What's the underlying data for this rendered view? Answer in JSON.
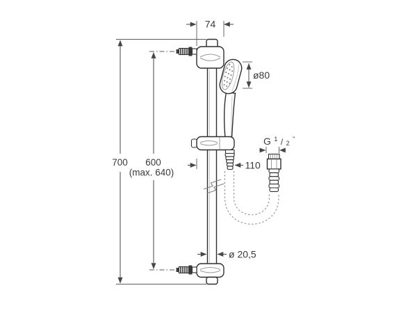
{
  "drawing": {
    "type": "technical-dimension-drawing",
    "product": "sliding-rail-shower-set",
    "labels": {
      "dim_bracket_depth": "74",
      "dim_handset_diameter": "ø80",
      "dim_rail_length": "700",
      "dim_fixing_distance": "600",
      "dim_fixing_distance_max": "(max. 640)",
      "dim_hose_outlet_depth": "110",
      "dim_rail_diameter": "ø 20,5",
      "thread_g": "G",
      "thread_numerator": "1",
      "thread_slash": "/",
      "thread_denominator": "2",
      "thread_inch": "\""
    },
    "colors": {
      "line": "#2e2e2e",
      "dimension": "#474747",
      "text": "#3a3a3a",
      "hose_dash": "#8f8f8f",
      "background": "#ffffff"
    }
  }
}
